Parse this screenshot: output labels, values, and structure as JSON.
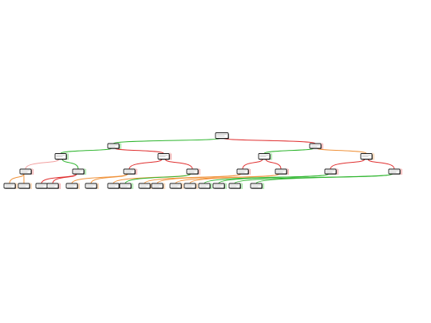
{
  "diagram": {
    "colors": {
      "green": "#2db52d",
      "red": "#e03030",
      "orange": "#f0923a",
      "green_fade": "#8fe08f",
      "red_fade": "#f2a0a0",
      "orange_fade": "#f5c89a",
      "node_border": "#1a1a1a",
      "node_fill": "#ffffff"
    },
    "root": {
      "id": "n0",
      "children": [
        {
          "id": "n1",
          "color": "green",
          "children": [
            {
              "id": "n3",
              "color": "green",
              "children": [
                {
                  "id": "n7",
                  "color": "red_fade",
                  "children": [
                    {
                      "id": "n15",
                      "color": "orange"
                    },
                    {
                      "id": "n16",
                      "color": "orange"
                    }
                  ]
                },
                {
                  "id": "n8",
                  "color": "green",
                  "children": [
                    {
                      "id": "n17",
                      "color": "red"
                    },
                    {
                      "id": "n18",
                      "color": "red"
                    }
                  ]
                }
              ]
            },
            {
              "id": "n4",
              "color": "red",
              "children": [
                {
                  "id": "n9",
                  "color": "red",
                  "children": [
                    {
                      "id": "n19",
                      "color": "orange"
                    },
                    {
                      "id": "n20",
                      "color": "orange"
                    }
                  ]
                },
                {
                  "id": "n10",
                  "color": "red",
                  "children": [
                    {
                      "id": "n21",
                      "color": "orange"
                    },
                    {
                      "id": "n22",
                      "color": "green"
                    }
                  ]
                }
              ]
            }
          ]
        },
        {
          "id": "n2",
          "color": "red",
          "children": [
            {
              "id": "n5",
              "color": "green",
              "children": [
                {
                  "id": "n11",
                  "color": "red",
                  "children": [
                    {
                      "id": "n23",
                      "color": "orange"
                    },
                    {
                      "id": "n24",
                      "color": "orange"
                    }
                  ]
                },
                {
                  "id": "n12",
                  "color": "red",
                  "children": [
                    {
                      "id": "n25",
                      "color": "orange"
                    },
                    {
                      "id": "n26",
                      "color": "orange"
                    }
                  ]
                }
              ]
            },
            {
              "id": "n6",
              "color": "orange",
              "children": [
                {
                  "id": "n13",
                  "color": "red",
                  "children": [
                    {
                      "id": "n27",
                      "color": "green"
                    },
                    {
                      "id": "n28",
                      "color": "green"
                    }
                  ]
                },
                {
                  "id": "n14",
                  "color": "red",
                  "children": [
                    {
                      "id": "n29",
                      "color": "green"
                    },
                    {
                      "id": "n30",
                      "color": "green"
                    }
                  ]
                }
              ]
            }
          ]
        }
      ]
    }
  }
}
